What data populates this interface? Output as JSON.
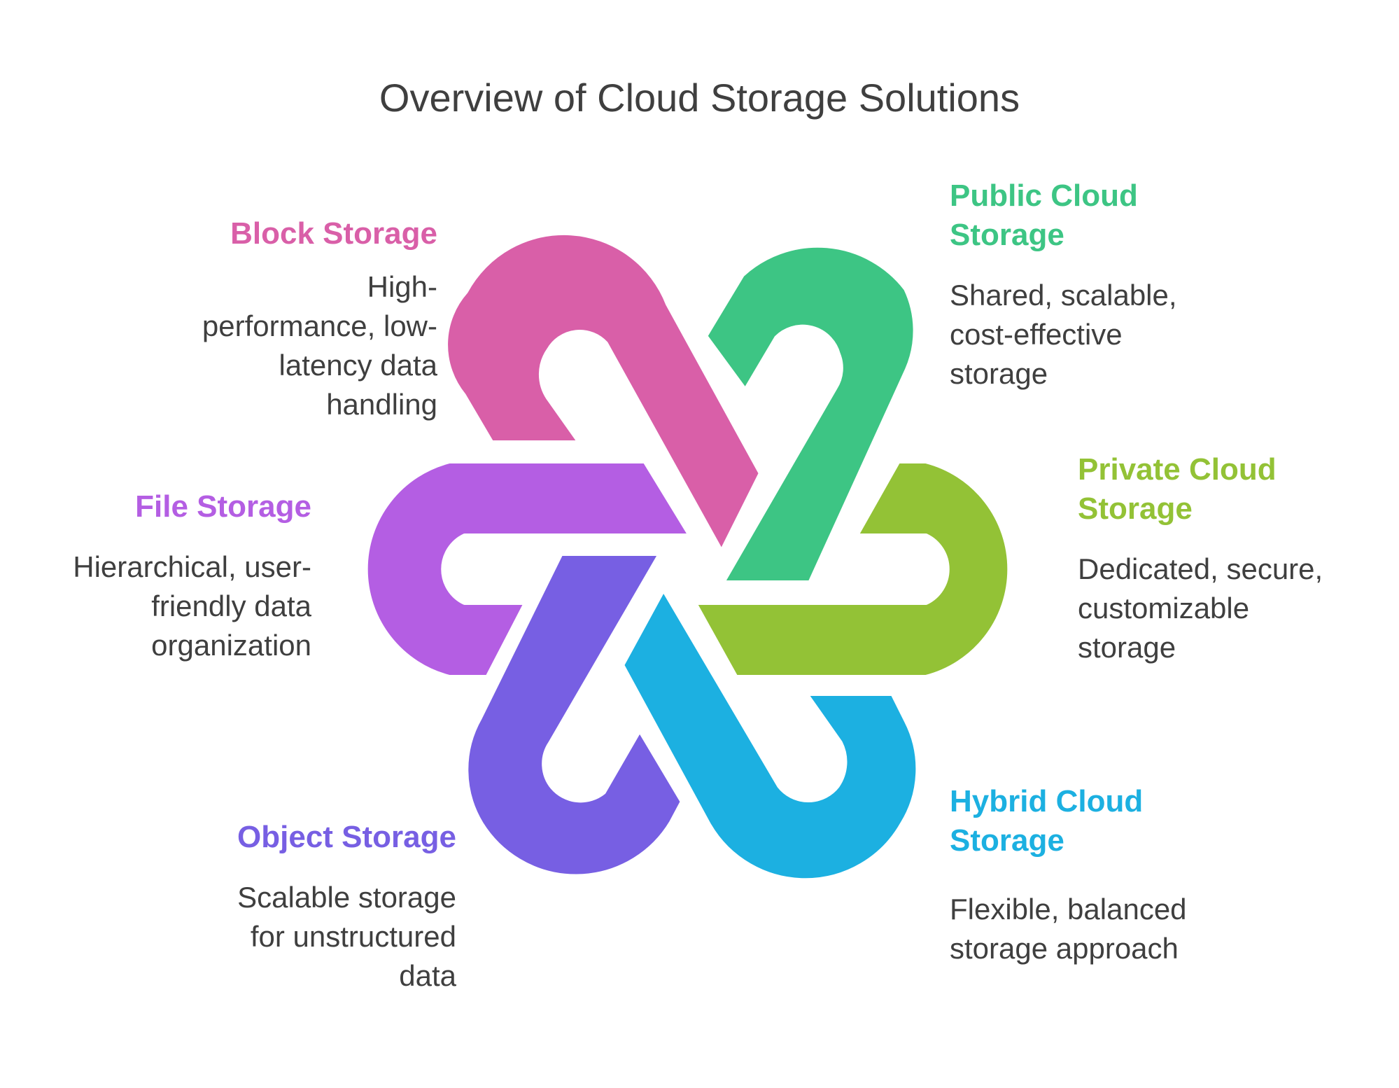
{
  "title": "Overview of Cloud Storage Solutions",
  "items": {
    "block": {
      "heading": "Block Storage",
      "desc_lines": [
        "High-",
        "performance, low-",
        "latency data",
        "handling"
      ],
      "color": "#d95fa8"
    },
    "file": {
      "heading": "File Storage",
      "desc_lines": [
        "Hierarchical, user-",
        "friendly data",
        "organization"
      ],
      "color": "#b45ee3"
    },
    "object": {
      "heading": "Object Storage",
      "desc_lines": [
        "Scalable storage",
        "for unstructured",
        "data"
      ],
      "color": "#775fe3"
    },
    "public": {
      "heading_lines": [
        "Public Cloud",
        "Storage"
      ],
      "desc_lines": [
        "Shared, scalable,",
        "cost-effective",
        "storage"
      ],
      "color": "#3dc584"
    },
    "private": {
      "heading_lines": [
        "Private Cloud",
        "Storage"
      ],
      "desc_lines": [
        "Dedicated, secure,",
        "customizable",
        "storage"
      ],
      "color": "#93c236"
    },
    "hybrid": {
      "heading_lines": [
        "Hybrid Cloud",
        "Storage"
      ],
      "desc_lines": [
        "Flexible, balanced",
        "storage approach"
      ],
      "color": "#1cb0e1"
    }
  }
}
